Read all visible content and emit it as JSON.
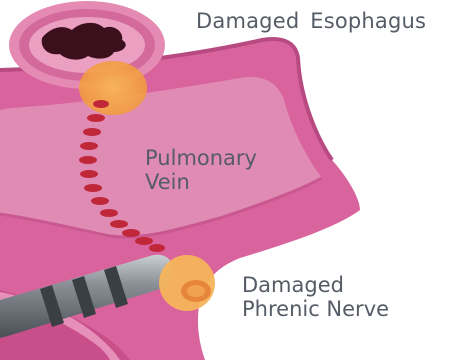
{
  "labels": {
    "esophagus": "Damaged  Esophagus",
    "vein_line1": "Pulmonary",
    "vein_line2": "Vein",
    "nerve_line1": "Damaged",
    "nerve_line2": "Phrenic Nerve"
  },
  "colors": {
    "tissue": "#d25f96",
    "tissue_light": "#e797bb",
    "vein_lumen": "#d77ba8",
    "lesion": "#c0283a",
    "damage_glow": "#f4a640",
    "esophagus_core": "#3c0f1d",
    "catheter": "#646a70",
    "text": "#555c66"
  }
}
